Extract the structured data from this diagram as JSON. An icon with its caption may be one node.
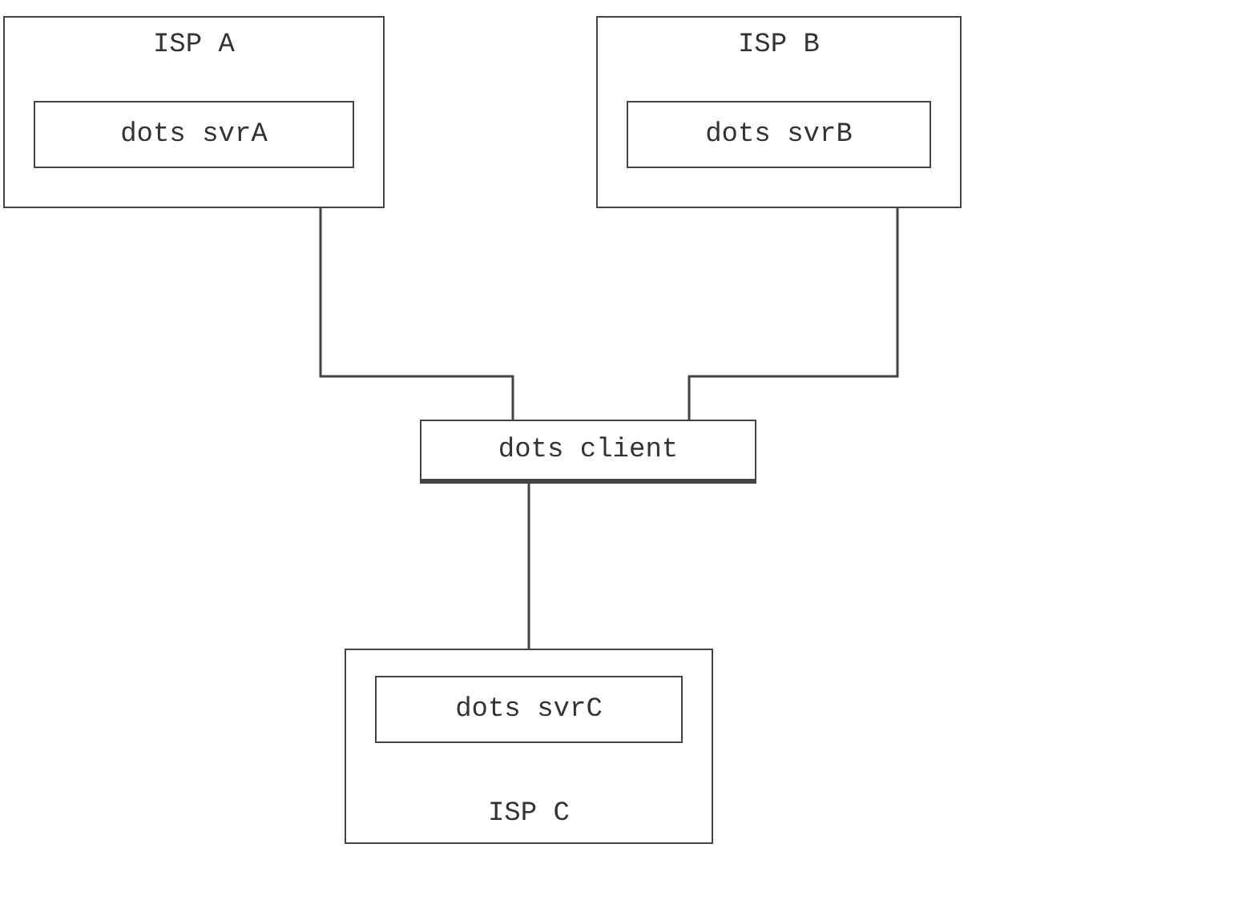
{
  "diagram": {
    "nodes": [
      {
        "text": [
          "ISP A"
        ]
      },
      {
        "text": [
          "dots svrA"
        ],
        "in": 0
      },
      {
        "text": [
          "ISP B"
        ]
      },
      {
        "text": [
          "dots svrB"
        ],
        "in": 2
      },
      {
        "text": [
          "dots client"
        ]
      },
      {
        "text": [
          "ISP C"
        ]
      },
      {
        "text": [
          "dots svrC"
        ],
        "in": 5
      }
    ],
    "edges": [
      {
        "from": 0,
        "to": 4,
        "arrow": "none"
      },
      {
        "from": 2,
        "to": 4,
        "arrow": "none"
      },
      {
        "from": 4,
        "to": 5,
        "arrow": "none"
      }
    ]
  }
}
